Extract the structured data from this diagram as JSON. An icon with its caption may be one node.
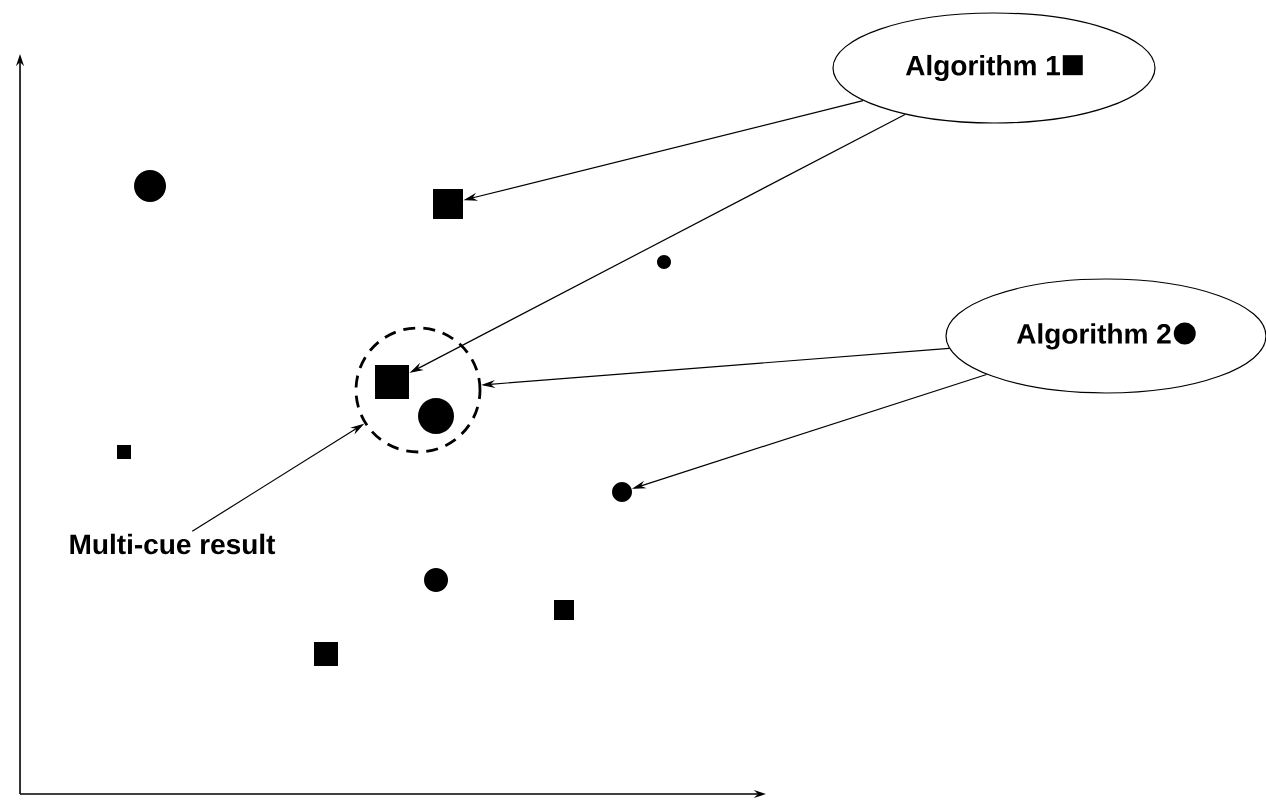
{
  "diagram": {
    "nodes": [
      {
        "text": [
          "Algorithm 1"
        ]
      },
      {
        "text": [
          "Algorithm 2"
        ]
      },
      {
        "text": [
          "Multi-cue result"
        ]
      },
      {
        "text": [],
        "shape": "circle"
      },
      {
        "text": [],
        "shape": "square"
      },
      {
        "text": [],
        "shape": "circle"
      },
      {
        "text": [],
        "shape": "circle"
      },
      {
        "text": [],
        "shape": "square",
        "in": 6
      },
      {
        "text": [],
        "shape": "circle",
        "in": 6
      },
      {
        "text": [],
        "shape": "square"
      },
      {
        "text": [],
        "shape": "circle"
      },
      {
        "text": [],
        "shape": "circle"
      },
      {
        "text": [],
        "shape": "square"
      },
      {
        "text": [],
        "shape": "square"
      }
    ],
    "edges": [
      {
        "from": 0,
        "to": 4,
        "arrow": "to"
      },
      {
        "from": 0,
        "to": 7,
        "arrow": "to"
      },
      {
        "from": 1,
        "to": 6,
        "arrow": "to"
      },
      {
        "from": 1,
        "to": 10,
        "arrow": "to"
      },
      {
        "from": 2,
        "to": 6,
        "arrow": "to"
      }
    ]
  }
}
